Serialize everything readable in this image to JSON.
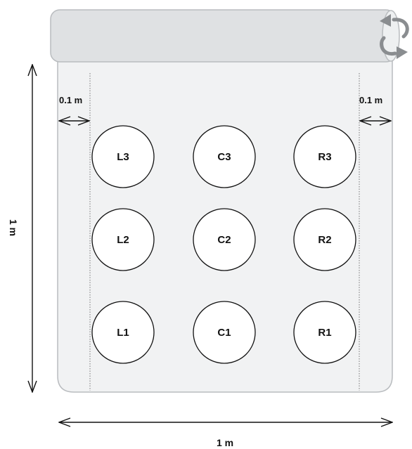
{
  "labels": {
    "height": "1 m",
    "width": "1 m",
    "left_margin": "0.1 m",
    "right_margin": "0.1 m"
  },
  "samples": [
    {
      "id": "L3"
    },
    {
      "id": "C3"
    },
    {
      "id": "R3"
    },
    {
      "id": "L2"
    },
    {
      "id": "C2"
    },
    {
      "id": "R2"
    },
    {
      "id": "L1"
    },
    {
      "id": "C1"
    },
    {
      "id": "R1"
    }
  ],
  "colors": {
    "sheet_fill": "#f1f2f3",
    "sheet_stroke": "#b9bcbf",
    "roll_fill": "#dfe1e3",
    "rotate_arrow": "#8a8d90",
    "ink": "#111111"
  },
  "icons": {
    "rotate": "rotate-arrows-icon"
  }
}
